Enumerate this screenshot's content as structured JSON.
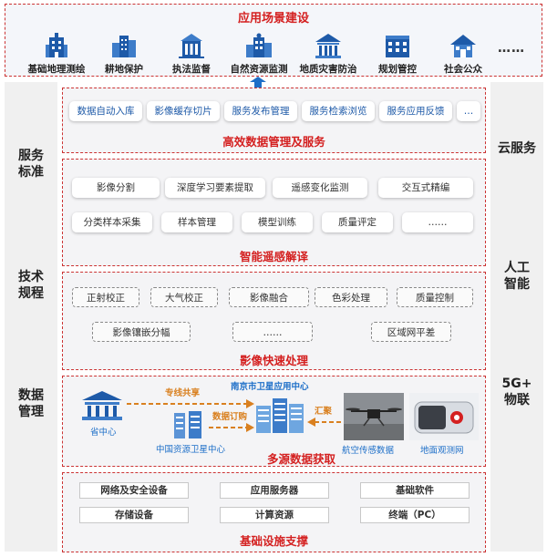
{
  "application": {
    "title": "应用场景建设",
    "scenes": [
      {
        "label": "基础地理测绘",
        "icon": "government-building-icon"
      },
      {
        "label": "耕地保护",
        "icon": "city-buildings-icon"
      },
      {
        "label": "执法监督",
        "icon": "court-building-icon"
      },
      {
        "label": "自然资源监测",
        "icon": "building-cluster-icon"
      },
      {
        "label": "地质灾害防治",
        "icon": "columned-hall-icon"
      },
      {
        "label": "规划管控",
        "icon": "office-block-icon"
      },
      {
        "label": "社会公众",
        "icon": "house-icon"
      }
    ],
    "more": "……"
  },
  "left_column": {
    "items": [
      "服务\n标准",
      "技术\n规程",
      "数据\n管理"
    ]
  },
  "right_column": {
    "items": [
      "云服务",
      "人工\n智能",
      "5G+\n物联"
    ]
  },
  "data_service": {
    "title": "高效数据管理及服务",
    "items": [
      "数据自动入库",
      "影像缓存切片",
      "服务发布管理",
      "服务检索浏览",
      "服务应用反馈",
      "…"
    ]
  },
  "interpretation": {
    "title": "智能遥感解译",
    "row1": [
      "影像分割",
      "深度学习要素提取",
      "遥感变化监测",
      "交互式精编"
    ],
    "row2": [
      "分类样本采集",
      "样本管理",
      "模型训练",
      "质量评定",
      "……"
    ]
  },
  "processing": {
    "title": "影像快速处理",
    "row1": [
      "正射校正",
      "大气校正",
      "影像融合",
      "色彩处理",
      "质量控制"
    ],
    "row2": [
      "影像镶嵌分幅",
      "……",
      "区域网平差"
    ]
  },
  "acquisition": {
    "title": "多源数据获取",
    "center_label": "南京市卫星应用中心",
    "labels": {
      "province": "省中心",
      "china_center": "中国资源卫星中心",
      "aerial": "航空传感数据",
      "ground": "地面观测网"
    },
    "arrows": {
      "share": "专线共享",
      "order": "数据订购",
      "gather": "汇聚"
    }
  },
  "infrastructure": {
    "title": "基础设施支撑",
    "items": [
      "网络及安全设备",
      "应用服务器",
      "基础软件",
      "存储设备",
      "计算资源",
      "终端（PC）"
    ]
  },
  "colors": {
    "accent_red": "#d42020",
    "icon_blue": "#1e5aa8",
    "arrow_orange": "#d98020"
  }
}
